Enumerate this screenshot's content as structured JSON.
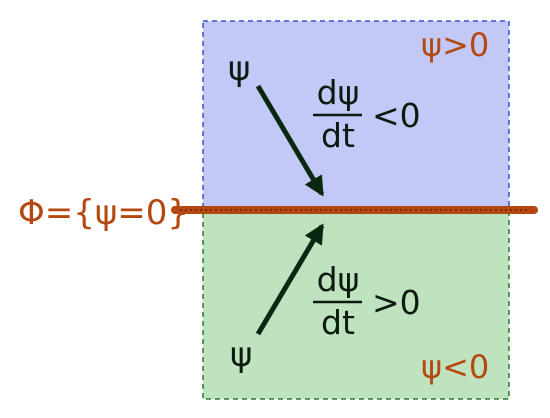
{
  "regions": {
    "upper": {
      "sign_label": "ψ>0",
      "fill": "#c3c9f7",
      "border": "#3e4fd6"
    },
    "lower": {
      "sign_label": "ψ<0",
      "fill": "#bfe3bf",
      "border": "#2d7a2d"
    }
  },
  "interface": {
    "label": "Φ={ψ=0}",
    "color": "#b54710"
  },
  "upper_arrow": {
    "start_label": "ψ"
  },
  "lower_arrow": {
    "start_label": "ψ"
  },
  "upper_derivative": {
    "numerator": "dψ",
    "denominator": "dt",
    "relation": "<0"
  },
  "lower_derivative": {
    "numerator": "dψ",
    "denominator": "dt",
    "relation": ">0"
  },
  "colors": {
    "arrow": "#0a2710",
    "text_dark": "#0d1a10",
    "text_accent": "#b54710"
  }
}
